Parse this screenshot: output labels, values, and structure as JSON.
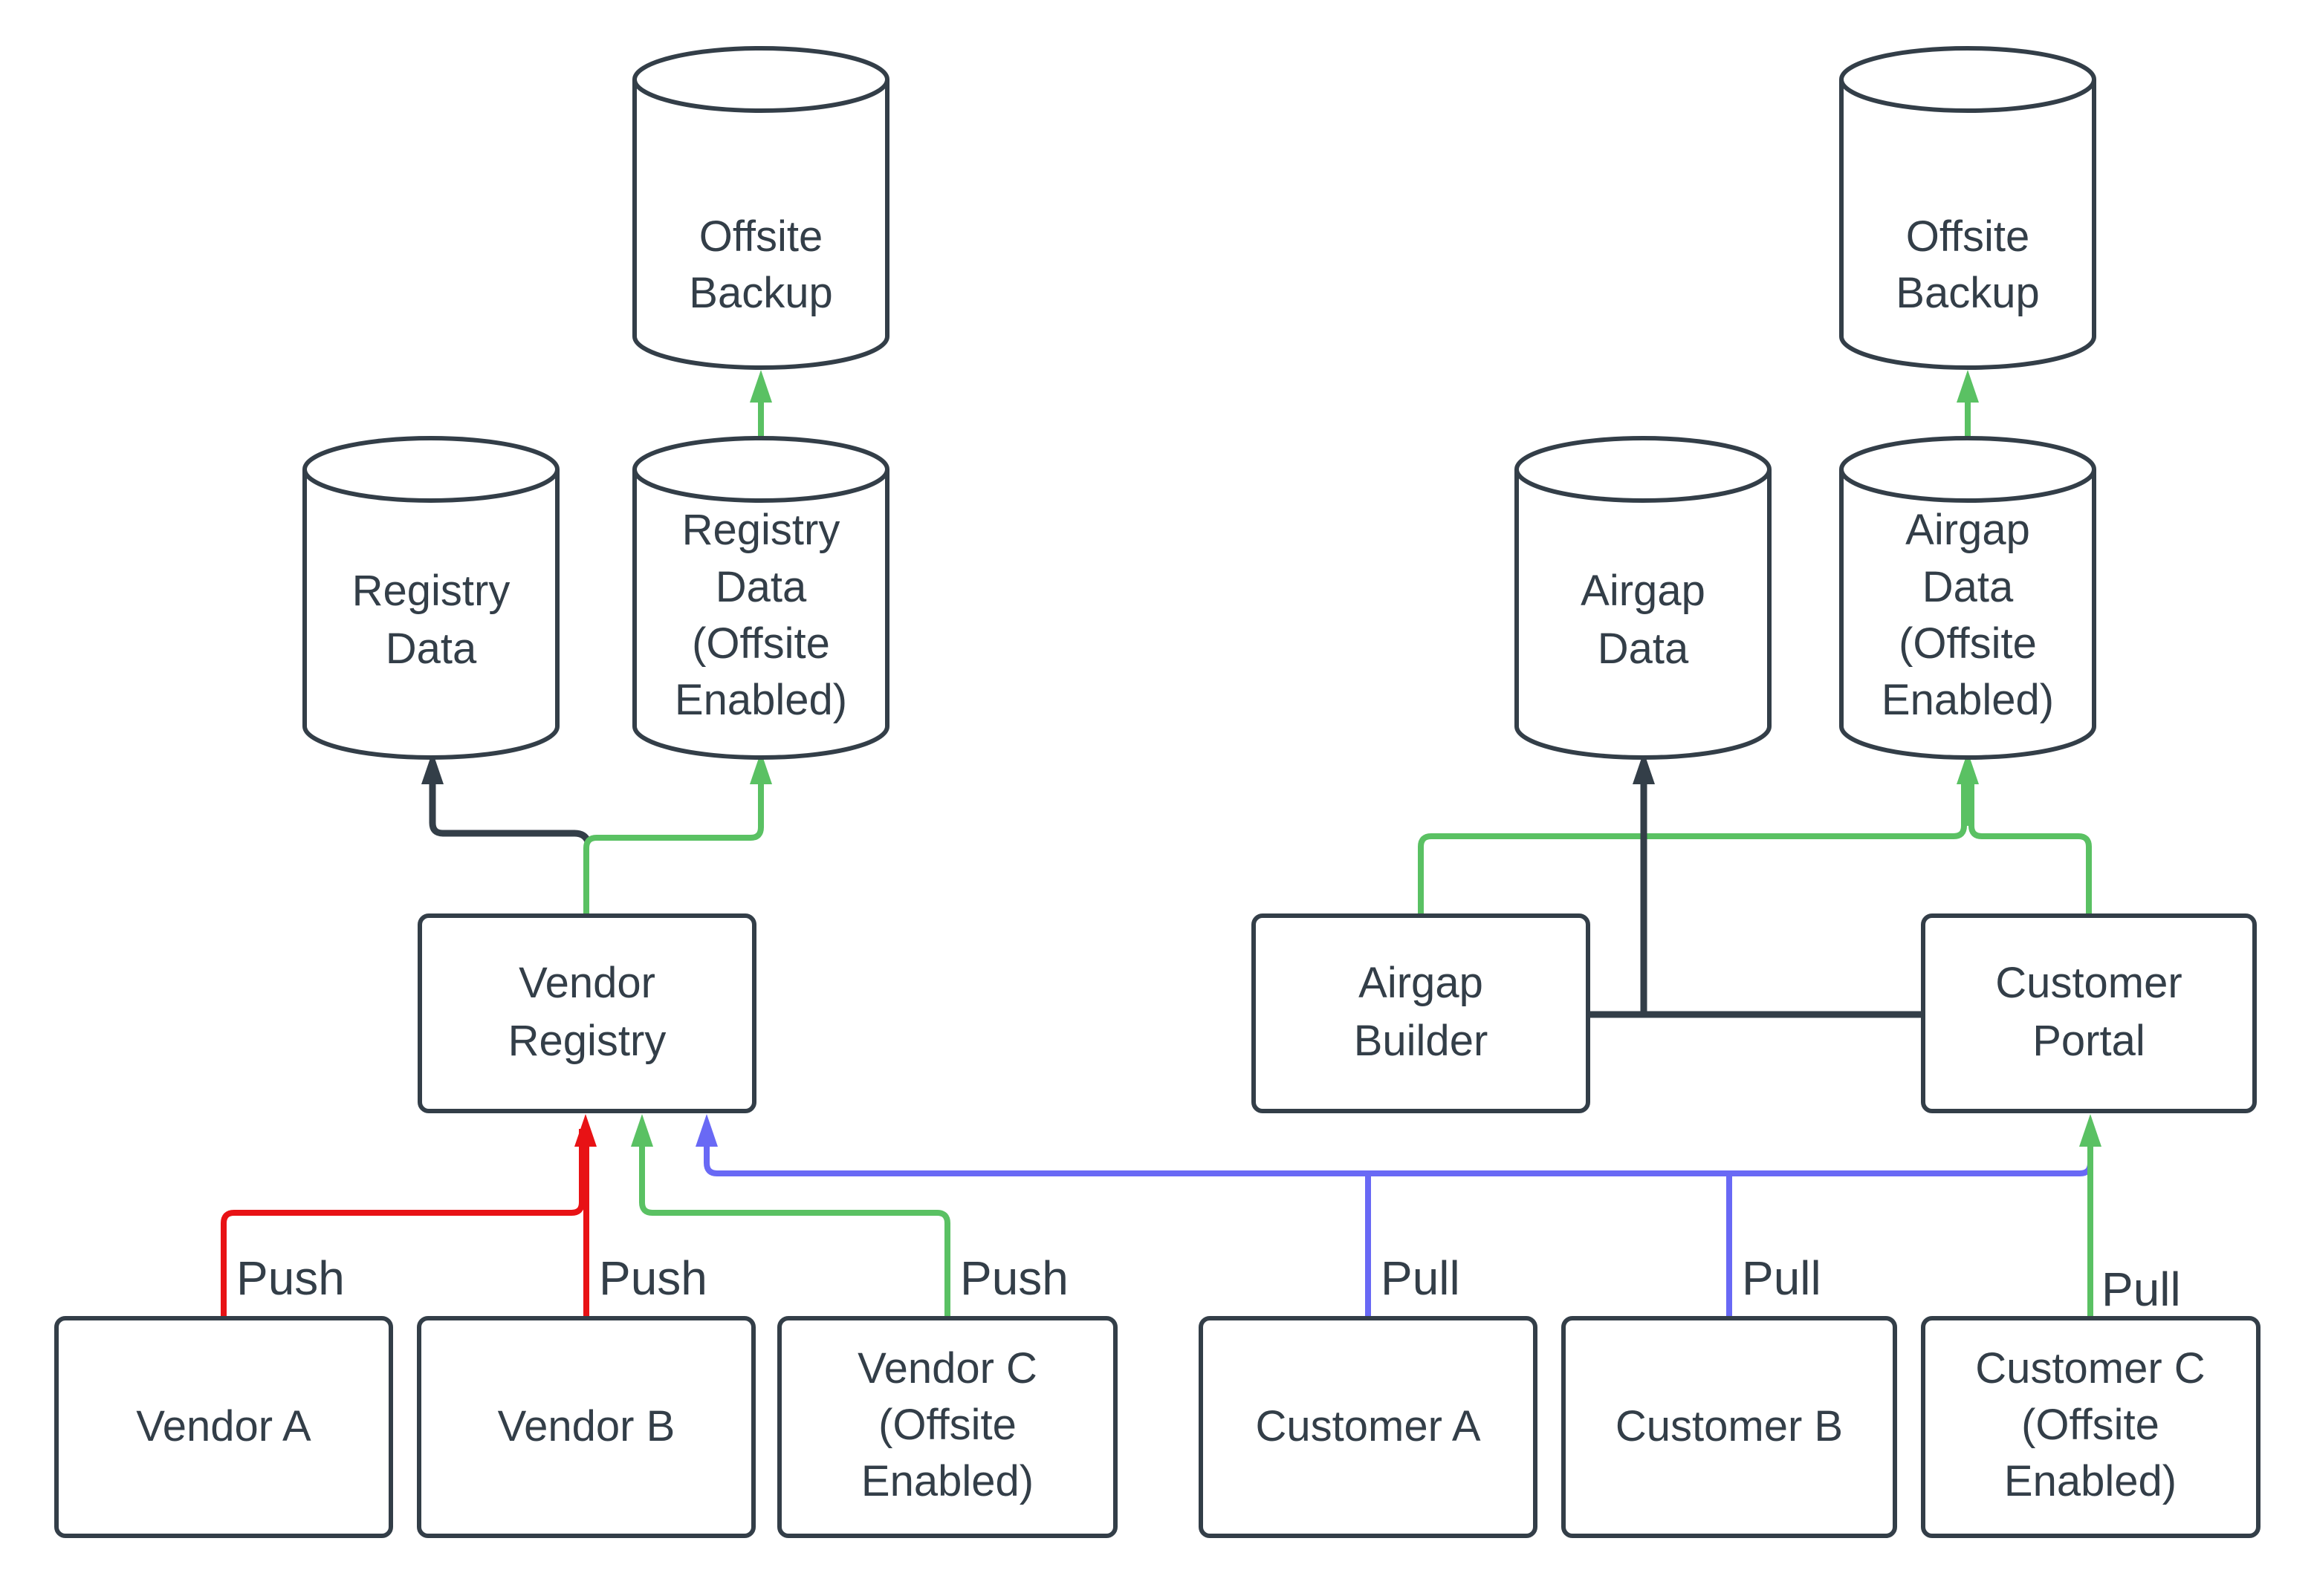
{
  "colors": {
    "push_red": "#e81215",
    "offsite_green": "#5ac163",
    "pull_blue": "#6969f5",
    "internal_dark": "#333e48",
    "node_fill": "#ffffff",
    "background": "#ffffff",
    "text": "#333e48"
  },
  "nodes": {
    "offsite_backup_left": {
      "type": "cylinder",
      "label": "Offsite Backup",
      "lines": [
        "Offsite",
        "Backup"
      ]
    },
    "registry_data": {
      "type": "cylinder",
      "label": "Registry Data",
      "lines": [
        "Registry",
        "Data"
      ]
    },
    "registry_data_offsite": {
      "type": "cylinder",
      "label": "Registry Data (Offsite Enabled)",
      "lines": [
        "Registry",
        "Data",
        "(Offsite",
        "Enabled)"
      ]
    },
    "vendor_registry": {
      "type": "box",
      "label": "Vendor Registry",
      "lines": [
        "Vendor",
        "Registry"
      ]
    },
    "vendor_a": {
      "type": "box",
      "label": "Vendor A",
      "lines": [
        "Vendor A"
      ]
    },
    "vendor_b": {
      "type": "box",
      "label": "Vendor B",
      "lines": [
        "Vendor B"
      ]
    },
    "vendor_c": {
      "type": "box",
      "label": "Vendor C (Offsite Enabled)",
      "lines": [
        "Vendor C",
        "(Offsite",
        "Enabled)"
      ]
    },
    "offsite_backup_right": {
      "type": "cylinder",
      "label": "Offsite Backup",
      "lines": [
        "Offsite",
        "Backup"
      ]
    },
    "airgap_data": {
      "type": "cylinder",
      "label": "Airgap Data",
      "lines": [
        "Airgap",
        "Data"
      ]
    },
    "airgap_data_offsite": {
      "type": "cylinder",
      "label": "Airgap Data (Offsite Enabled)",
      "lines": [
        "Airgap",
        "Data",
        "(Offsite",
        "Enabled)"
      ]
    },
    "airgap_builder": {
      "type": "box",
      "label": "Airgap Builder",
      "lines": [
        "Airgap",
        "Builder"
      ]
    },
    "customer_portal": {
      "type": "box",
      "label": "Customer Portal",
      "lines": [
        "Customer",
        "Portal"
      ]
    },
    "customer_a": {
      "type": "box",
      "label": "Customer A",
      "lines": [
        "Customer A"
      ]
    },
    "customer_b": {
      "type": "box",
      "label": "Customer B",
      "lines": [
        "Customer B"
      ]
    },
    "customer_c": {
      "type": "box",
      "label": "Customer C (Offsite Enabled)",
      "lines": [
        "Customer C",
        "(Offsite",
        "Enabled)"
      ]
    }
  },
  "edge_labels": {
    "push_a": "Push",
    "push_b": "Push",
    "push_c": "Push",
    "pull_a": "Pull",
    "pull_b": "Pull",
    "pull_c": "Pull"
  }
}
